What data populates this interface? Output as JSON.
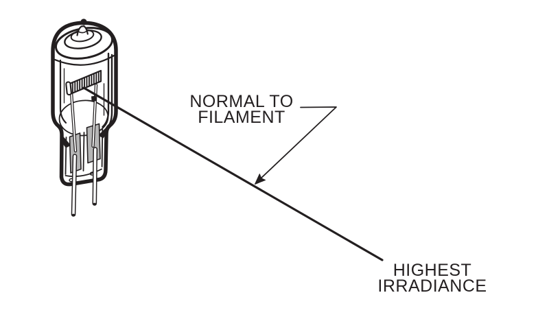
{
  "figure": {
    "background_color": "#ffffff",
    "ink_color": "#231f20",
    "foil_color": "#b6b6b6",
    "illustration": "tungsten-halogen-lamp"
  },
  "labels": {
    "normal_to_filament": {
      "line1": "NORMAL TO",
      "line2": "FILAMENT"
    },
    "highest_irradiance": {
      "line1": "HIGHEST",
      "line2": "IRRADIANCE"
    }
  }
}
